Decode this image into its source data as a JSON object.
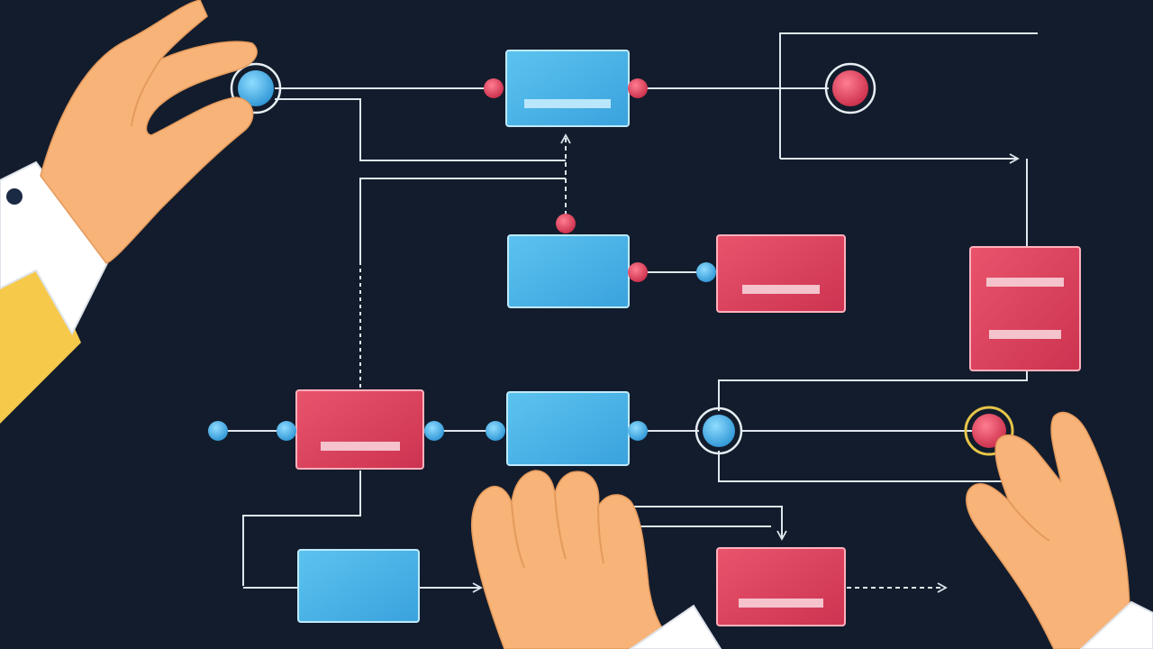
{
  "colors": {
    "background": "#121c2c",
    "connector": "#dfe6ee",
    "blue_node": "#53b8ea",
    "red_node": "#e0455f",
    "node_label_bar": "#f4d6dc",
    "hand_skin": "#f7b378",
    "sleeve_white": "#ffffff",
    "sleeve_yellow": "#f6c94a",
    "highlight_ring": "#e7c44a"
  },
  "diagram": {
    "nodes": [
      {
        "name": "blue-node-top",
        "type": "blue",
        "has_label_bar": true
      },
      {
        "name": "blue-node-middle",
        "type": "blue",
        "has_label_bar": false
      },
      {
        "name": "red-node-middle",
        "type": "red",
        "has_label_bar": true
      },
      {
        "name": "red-node-right-tall",
        "type": "red",
        "has_label_bar": true
      },
      {
        "name": "red-node-left",
        "type": "red",
        "has_label_bar": true
      },
      {
        "name": "blue-node-center",
        "type": "blue",
        "has_label_bar": false
      },
      {
        "name": "blue-node-bottom-left",
        "type": "blue",
        "has_label_bar": false
      },
      {
        "name": "blue-node-bottom-partial",
        "type": "blue",
        "has_label_bar": false
      },
      {
        "name": "red-node-bottom",
        "type": "red",
        "has_label_bar": true
      }
    ],
    "hands": [
      "left-hand-pinching",
      "bottom-center-hand",
      "right-hand-pointing"
    ]
  }
}
